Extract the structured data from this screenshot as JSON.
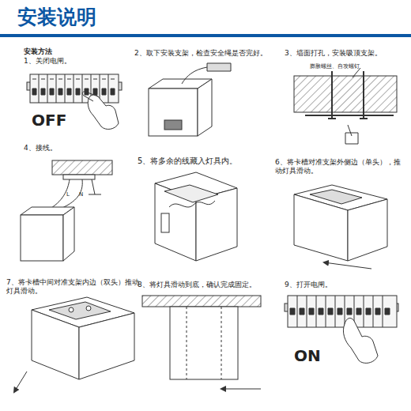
{
  "diagram": {
    "title": "安装说明",
    "labels": [
      "安装方法",
      "1、关闭电闸。",
      "OFF",
      "2、取下安装支架，检查安全绳是否完好。",
      "3、墙面打孔，安装吸顶支架。",
      "膨胀螺丝、自攻螺钉",
      "4、接线。",
      "L",
      "N",
      "5、将多余的线藏入灯具内。",
      "6、将卡槽对准支架外侧边（单头），推动灯具滑动。",
      "7、将卡槽中间对准支架内边（双头）推动灯具滑动。",
      "8、将灯具滑动到底，确认完成固定。",
      "9、打开电闸。",
      "ON"
    ]
  }
}
